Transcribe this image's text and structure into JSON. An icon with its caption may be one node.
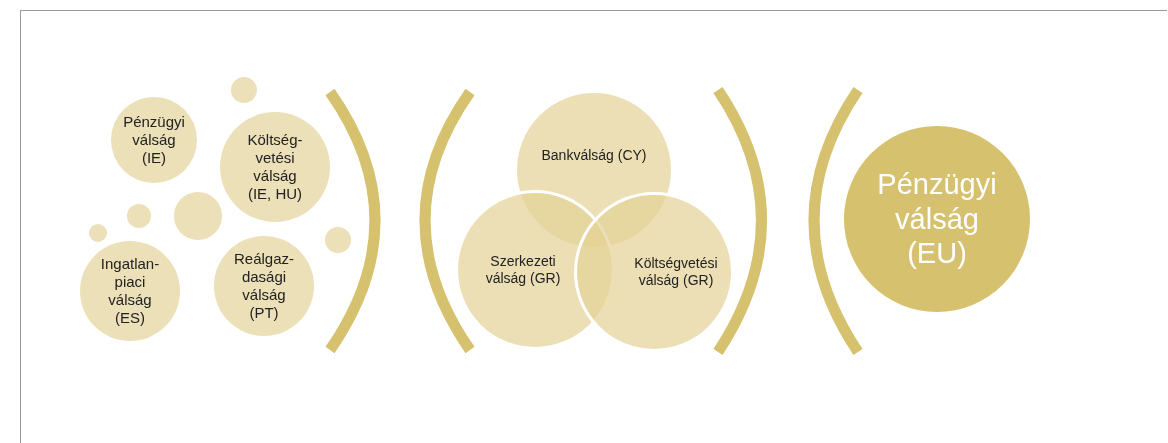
{
  "diagram": {
    "nodes": [
      {
        "text": [
          "Pénzügyi válság (IE)"
        ]
      },
      {
        "text": [
          "Költség-vetési válság (IE, HU)"
        ]
      },
      {
        "text": [
          "Ingatlan-piaci válság (ES)"
        ]
      },
      {
        "text": [
          "Reálgaz-dasági válság (PT)"
        ]
      },
      {
        "text": [],
        "shape": "circle"
      },
      {
        "text": [],
        "shape": "circle"
      },
      {
        "text": [],
        "shape": "circle"
      },
      {
        "text": [],
        "shape": "circle"
      },
      {
        "text": [],
        "shape": "circle"
      },
      {
        "text": [
          "Bankválság (CY)"
        ]
      },
      {
        "text": [
          "Szerkezeti válság (GR)"
        ]
      },
      {
        "text": [
          "Költségvetési válság (GR)"
        ]
      },
      {
        "text": [
          "Pénzügyi válság (EU)"
        ]
      }
    ],
    "edges": []
  }
}
